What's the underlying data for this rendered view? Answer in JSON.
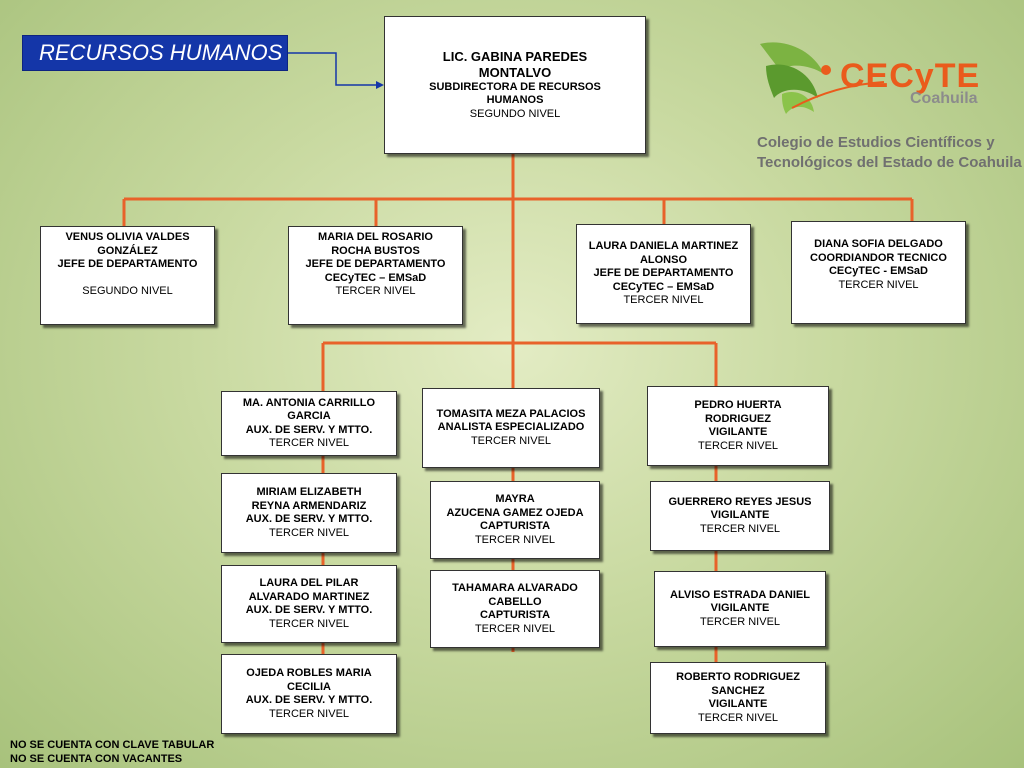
{
  "title": "RECURSOS HUMANOS",
  "logo": {
    "brand": "CECyTE",
    "region": "Coahuila",
    "subtitle_1": "Colegio de Estudios Científicos y",
    "subtitle_2": "Tecnológicos del Estado de Coahuila"
  },
  "colors": {
    "title_bg": "#1436a8",
    "connector": "#e8622a",
    "arrow": "#1436a8"
  },
  "top": {
    "name_1": "LIC. GABINA PAREDES",
    "name_2": "MONTALVO",
    "role": "SUBDIRECTORA DE RECURSOS\nHUMANOS",
    "level": "SEGUNDO NIVEL"
  },
  "row1": {
    "venus": {
      "name": "VENUS OLIVIA VALDES\nGONZÁLEZ",
      "role": "JEFE DE DEPARTAMENTO",
      "level": "SEGUNDO NIVEL"
    },
    "maria": {
      "name": "MARIA DEL ROSARIO\nROCHA BUSTOS",
      "role": "JEFE DE DEPARTAMENTO\nCECyTEC – EMSaD",
      "level": "TERCER NIVEL"
    },
    "laura": {
      "name": "LAURA DANIELA MARTINEZ\nALONSO",
      "role": "JEFE DE DEPARTAMENTO\nCECyTEC – EMSaD",
      "level": "TERCER NIVEL"
    },
    "diana": {
      "name": "DIANA SOFIA DELGADO",
      "role": "COORDIANDOR TECNICO\nCECyTEC - EMSaD",
      "level": "TERCER NIVEL"
    }
  },
  "col_left": [
    {
      "name": "MA. ANTONIA CARRILLO\nGARCIA",
      "role": "AUX. DE SERV. Y MTTO.",
      "level": "TERCER NIVEL"
    },
    {
      "name": "MIRIAM ELIZABETH\nREYNA ARMENDARIZ",
      "role": "AUX. DE SERV. Y MTTO.",
      "level": "TERCER NIVEL"
    },
    {
      "name": "LAURA DEL PILAR\nALVARADO MARTINEZ",
      "role": "AUX. DE SERV. Y MTTO.",
      "level": "TERCER NIVEL"
    },
    {
      "name": "OJEDA ROBLES MARIA\nCECILIA",
      "role": "AUX. DE SERV. Y MTTO.",
      "level": "TERCER NIVEL"
    }
  ],
  "col_mid": [
    {
      "name": "TOMASITA MEZA PALACIOS",
      "role": "ANALISTA ESPECIALIZADO",
      "level": "TERCER NIVEL"
    },
    {
      "name": "MAYRA\nAZUCENA GAMEZ OJEDA",
      "role": "CAPTURISTA",
      "level": "TERCER NIVEL"
    },
    {
      "name": "TAHAMARA ALVARADO\nCABELLO",
      "role": "CAPTURISTA",
      "level": "TERCER NIVEL"
    }
  ],
  "col_right": [
    {
      "name": "PEDRO HUERTA\nRODRIGUEZ",
      "role": "VIGILANTE",
      "level": "TERCER NIVEL"
    },
    {
      "name": "GUERRERO REYES JESUS",
      "role": "VIGILANTE",
      "level": "TERCER NIVEL"
    },
    {
      "name": "ALVISO ESTRADA DANIEL",
      "role": "VIGILANTE",
      "level": "TERCER NIVEL"
    },
    {
      "name": "ROBERTO RODRIGUEZ\nSANCHEZ",
      "role": "VIGILANTE",
      "level": "TERCER NIVEL"
    }
  ],
  "notes": [
    "NO SE CUENTA CON CLAVE TABULAR",
    "NO SE CUENTA CON VACANTES"
  ]
}
